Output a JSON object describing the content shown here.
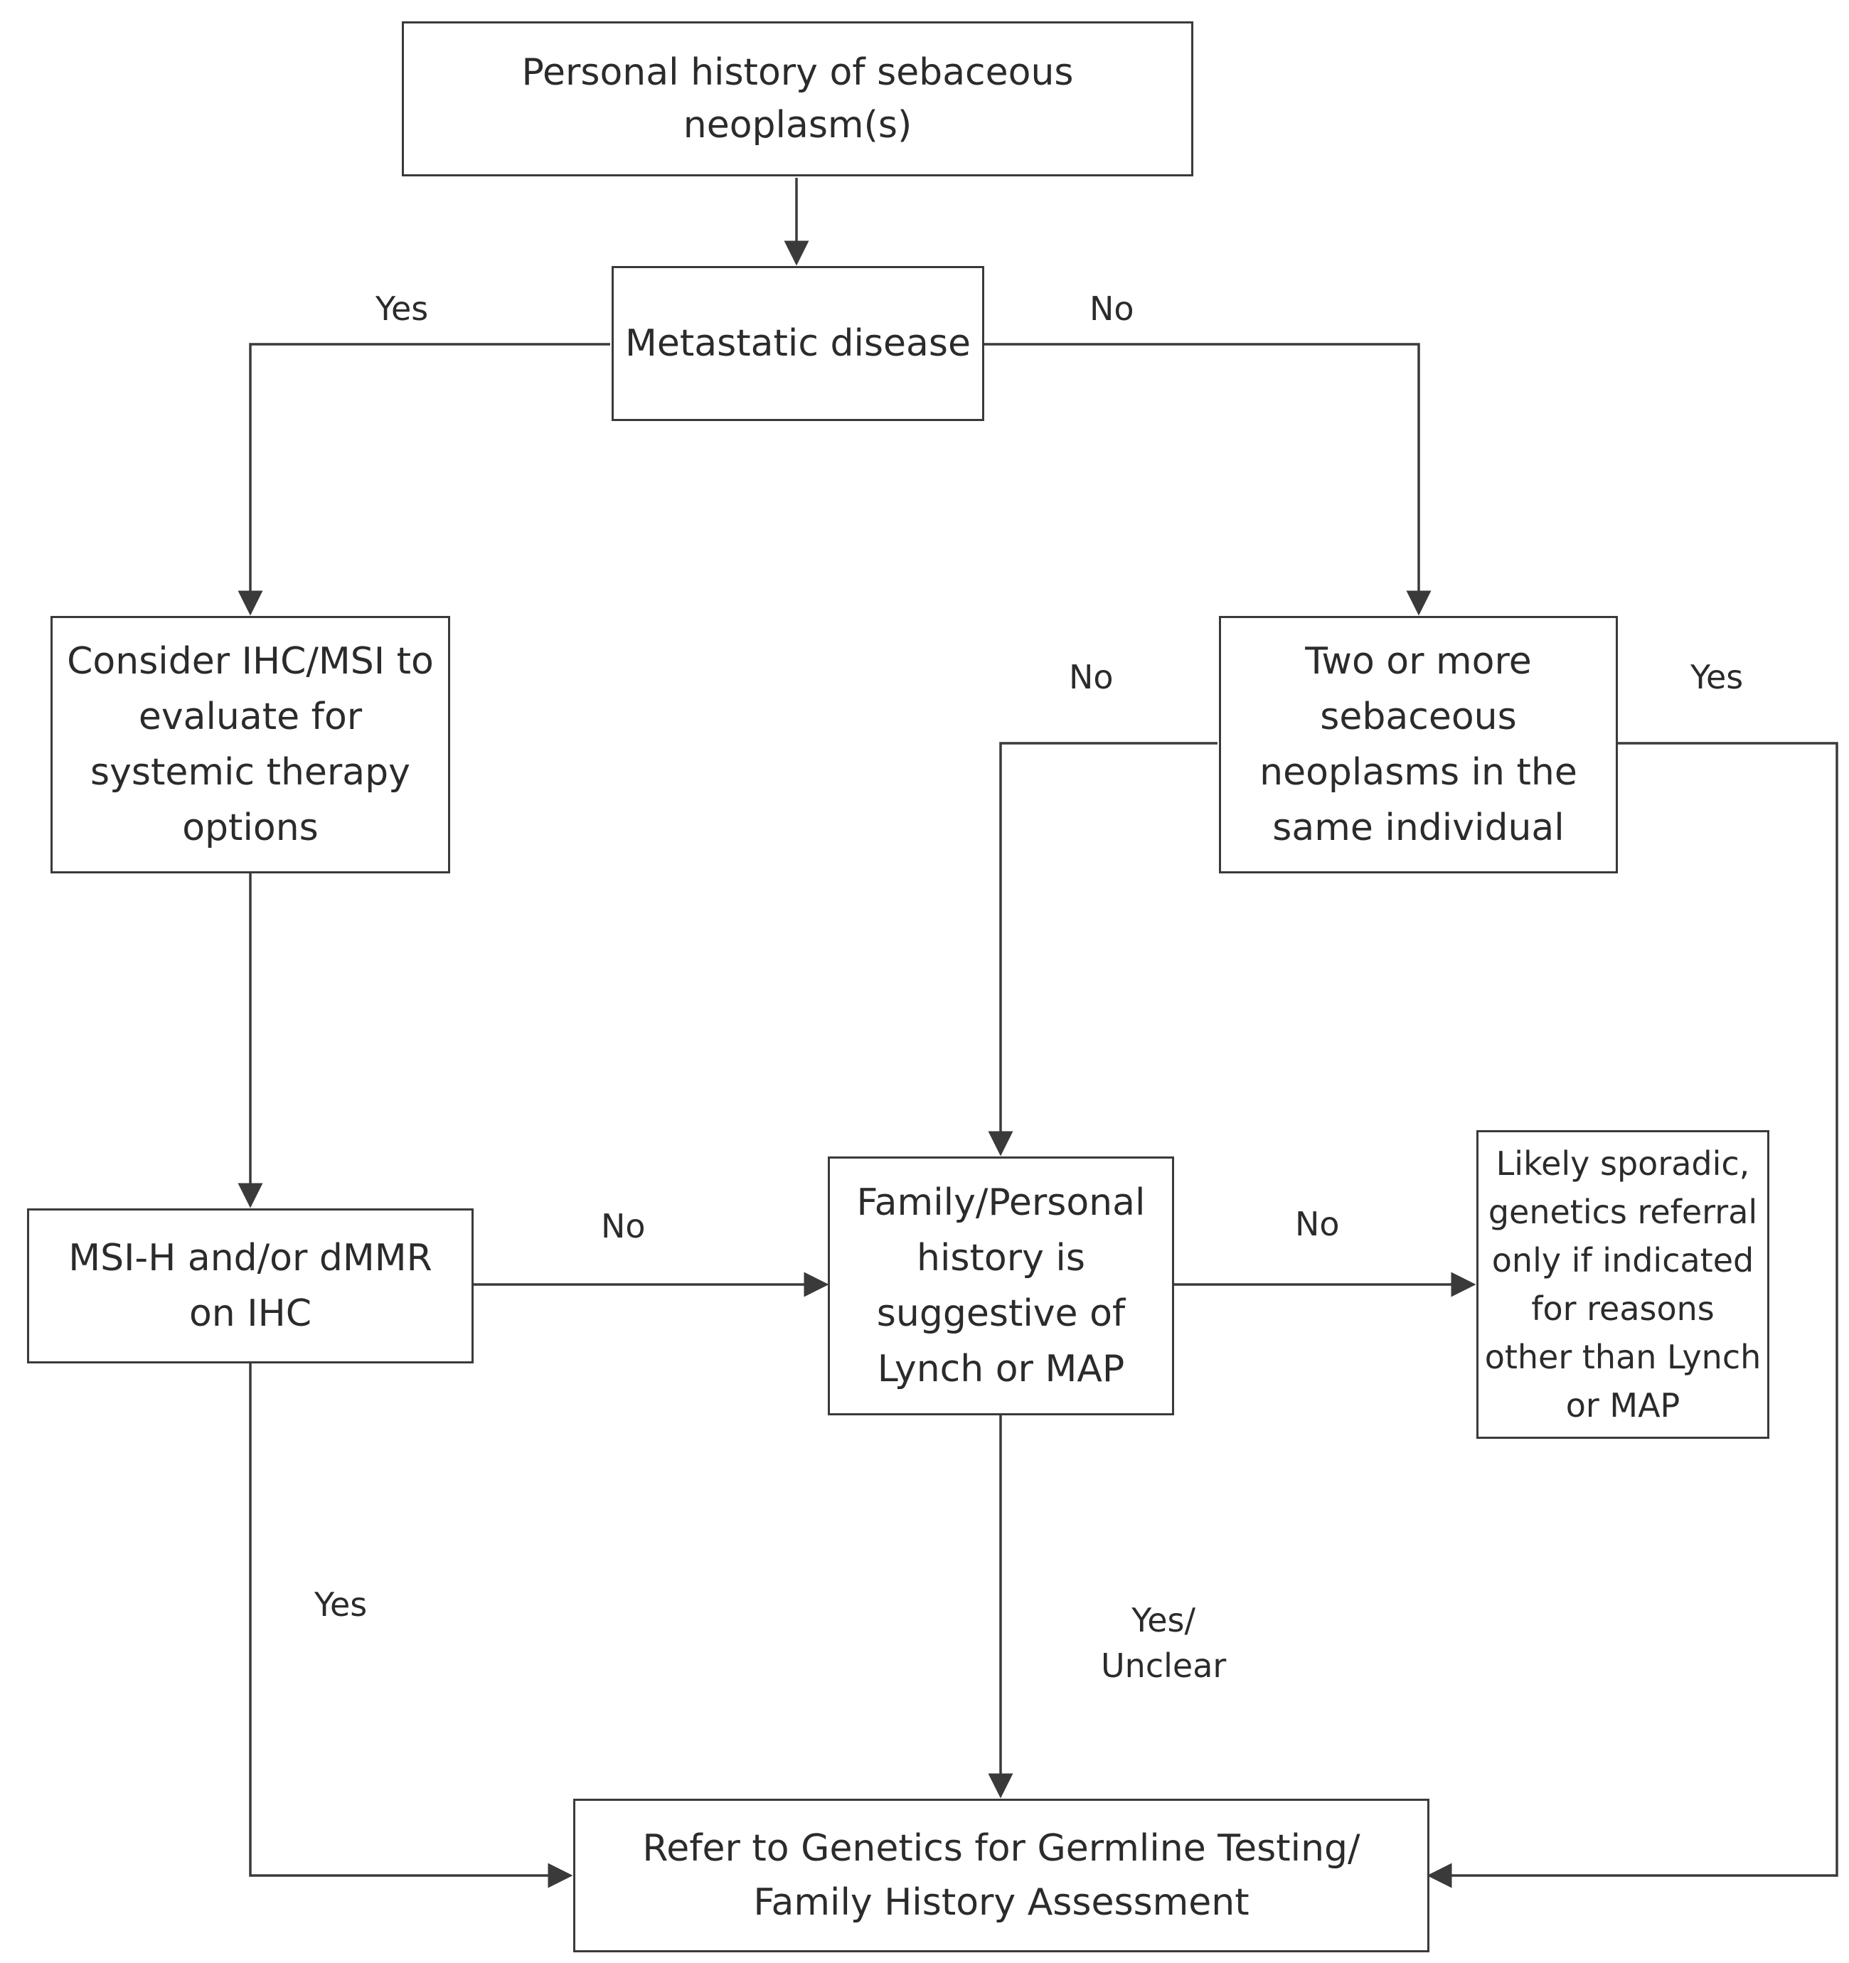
{
  "nodes": {
    "start": "Personal history of sebaceous neoplasm(s)",
    "metastatic": "Metastatic disease",
    "consider_ihc": "Consider IHC/MSI to evaluate for systemic therapy options",
    "two_or_more": "Two or more sebaceous neoplasms in the same individual",
    "msi_h": "MSI-H and/or dMMR on IHC",
    "family_history": "Family/Personal history is suggestive of Lynch or MAP",
    "likely_sporadic": "Likely sporadic, genetics referral only if indicated for reasons other than Lynch or MAP",
    "refer": "Refer to Genetics for Germline Testing/ Family History Assessment"
  },
  "edge_labels": {
    "metastatic_yes": "Yes",
    "metastatic_no": "No",
    "two_or_more_no": "No",
    "two_or_more_yes": "Yes",
    "msi_no": "No",
    "family_no": "No",
    "msi_yes": "Yes",
    "family_yes_unclear": "Yes/\nUnclear"
  },
  "colors": {
    "line": "#3a3a3a",
    "text": "#2b2b2b",
    "background": "#ffffff"
  }
}
